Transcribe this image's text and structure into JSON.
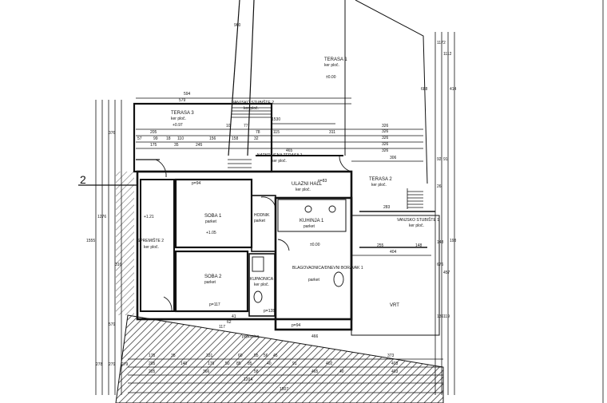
{
  "axis_marker": "2",
  "rooms": {
    "terasa1": {
      "name": "TERASA 1",
      "floor": "ker ploč.",
      "level": "±0.00"
    },
    "terasa2": {
      "name": "TERASA 2",
      "floor": "ker ploč."
    },
    "terasa3": {
      "name": "TERASA 3",
      "floor": "ker ploč.",
      "level": "+0.97"
    },
    "stubiste2": {
      "name": "VANJSKO STUBIŠTE 2",
      "floor": "ker ploč."
    },
    "stubiste1": {
      "name": "VANJSKO STUBIŠTE 1",
      "floor": "ker ploč."
    },
    "natkrivena": {
      "name": "NATKRIVENA TERASA 1",
      "floor": "ker ploč."
    },
    "ulazni_hall": {
      "name": "ULAZNI HALL",
      "floor": "ker ploč."
    },
    "soba1": {
      "name": "SOBA 1",
      "floor": "parket",
      "level": "+1.05"
    },
    "soba2": {
      "name": "SOBA 2",
      "floor": "parket"
    },
    "hodnik": {
      "name": "HODNIK",
      "floor": "parket"
    },
    "kupaonica2": {
      "name": "KUPAONICA 2",
      "floor": "ker ploč."
    },
    "kuhinja1": {
      "name": "KUHINJA 1",
      "floor": "parket"
    },
    "blagovaonica": {
      "name": "BLAGOVAONICA/DNEVNI BORAVAK 1",
      "floor": "parket",
      "level": "±0.00"
    },
    "spremiste2": {
      "name": "SPREMIŠTE 2",
      "floor": "ker ploč.",
      "level": "+1.21"
    },
    "vrt": {
      "name": "VRT"
    },
    "pojasnica": {
      "name": "pojasnica"
    }
  },
  "areas": {
    "a1": "p=94",
    "a2": "p=83",
    "a3": "p=117",
    "a4": "p=128",
    "a5": "p=94",
    "a6": "p=117"
  },
  "dimensions": {
    "top": [
      "594",
      "579",
      "1530",
      "326",
      "326",
      "326",
      "326",
      "326",
      "326",
      "306",
      "465",
      "283",
      "255",
      "148",
      "404"
    ],
    "chain_a": [
      "205",
      "78",
      "10",
      "77",
      "115",
      "77",
      "74",
      "311"
    ],
    "chain_b": [
      "57",
      "99",
      "18",
      "110",
      "156",
      "158",
      "32"
    ],
    "chain_c": [
      "175",
      "35",
      "245"
    ],
    "vertical_left": [
      "1555",
      "1276",
      "278",
      "279",
      "279",
      "579",
      "376",
      "316"
    ],
    "vertical_right": [
      "1172",
      "1112",
      "688",
      "414",
      "92",
      "91",
      "26",
      "136",
      "119",
      "148",
      "676",
      "457",
      "193"
    ],
    "bottom": [
      "175",
      "35",
      "331",
      "60",
      "55",
      "56",
      "45",
      "373"
    ],
    "bottom_b": [
      "205",
      "140",
      "176",
      "50",
      "85",
      "85",
      "40",
      "91",
      "402",
      "403"
    ],
    "bottom_c": [
      "205",
      "366",
      "58",
      "465",
      "40",
      "403"
    ],
    "bottom_total": [
      "1204",
      "1507"
    ],
    "small": [
      "466",
      "960",
      "62",
      "41",
      "117"
    ]
  }
}
